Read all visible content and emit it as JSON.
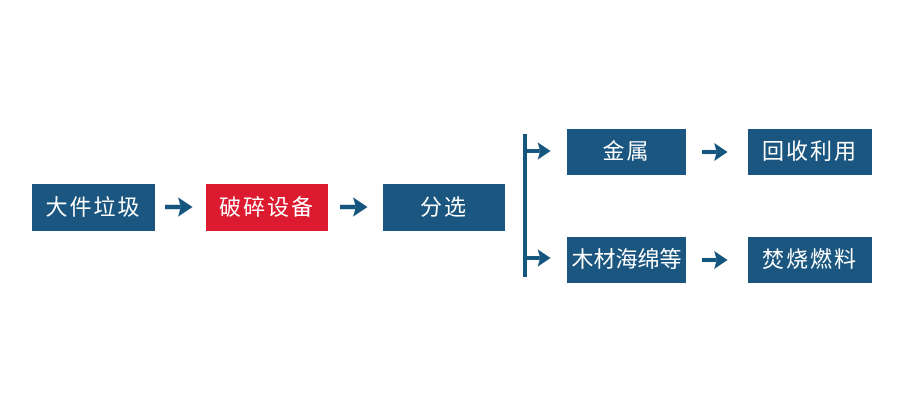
{
  "colors": {
    "background": "#FFFFFF",
    "node_blue": "#1A567F",
    "node_red": "#DC1B31",
    "arrow_blue": "#15567E",
    "text": "#FFFFFF"
  },
  "flowchart": {
    "nodes": {
      "bulky_waste": {
        "label": "大件垃圾",
        "color": "#1A567F"
      },
      "crushing_equipment": {
        "label": "破碎设备",
        "color": "#DC1B31"
      },
      "sorting": {
        "label": "分选",
        "color": "#1A567F"
      },
      "metal": {
        "label": "金属",
        "color": "#1A567F"
      },
      "recycling": {
        "label": "回收利用",
        "color": "#1A567F"
      },
      "wood_sponge": {
        "label": "木材海绵等",
        "color": "#1A567F"
      },
      "incineration_fuel": {
        "label": "焚烧燃料",
        "color": "#1A567F"
      }
    },
    "edges": [
      {
        "from": "bulky_waste",
        "to": "crushing_equipment"
      },
      {
        "from": "crushing_equipment",
        "to": "sorting"
      },
      {
        "from": "sorting",
        "to": "metal"
      },
      {
        "from": "sorting",
        "to": "wood_sponge"
      },
      {
        "from": "metal",
        "to": "recycling"
      },
      {
        "from": "wood_sponge",
        "to": "incineration_fuel"
      }
    ]
  }
}
